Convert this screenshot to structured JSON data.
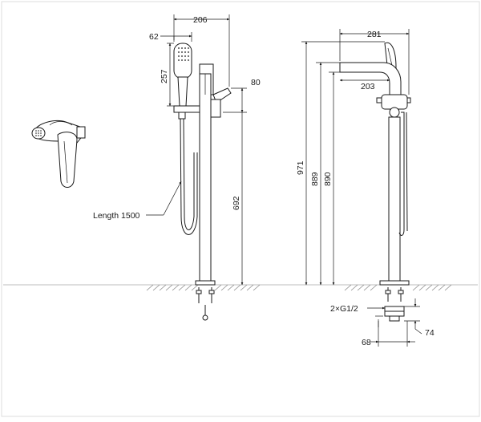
{
  "drawing": {
    "front_view": {
      "dim_width_top": "206",
      "dim_head_width": "62",
      "dim_head_height": "257",
      "dim_handle": "80",
      "dim_spout_height": "692",
      "hose_label": "Length 1500"
    },
    "side_view": {
      "dim_spout_reach": "281",
      "dim_spout_inner": "203",
      "dim_total_height": "971",
      "dim_height_889": "889",
      "dim_height_890": "890"
    },
    "connection_detail": {
      "thread_label": "2×G1/2",
      "dim_spacing": "68",
      "dim_depth": "74"
    }
  },
  "colors": {
    "line": "#1a1a1a",
    "hatch": "#8a8a8a",
    "frame": "#dcdcdc"
  }
}
